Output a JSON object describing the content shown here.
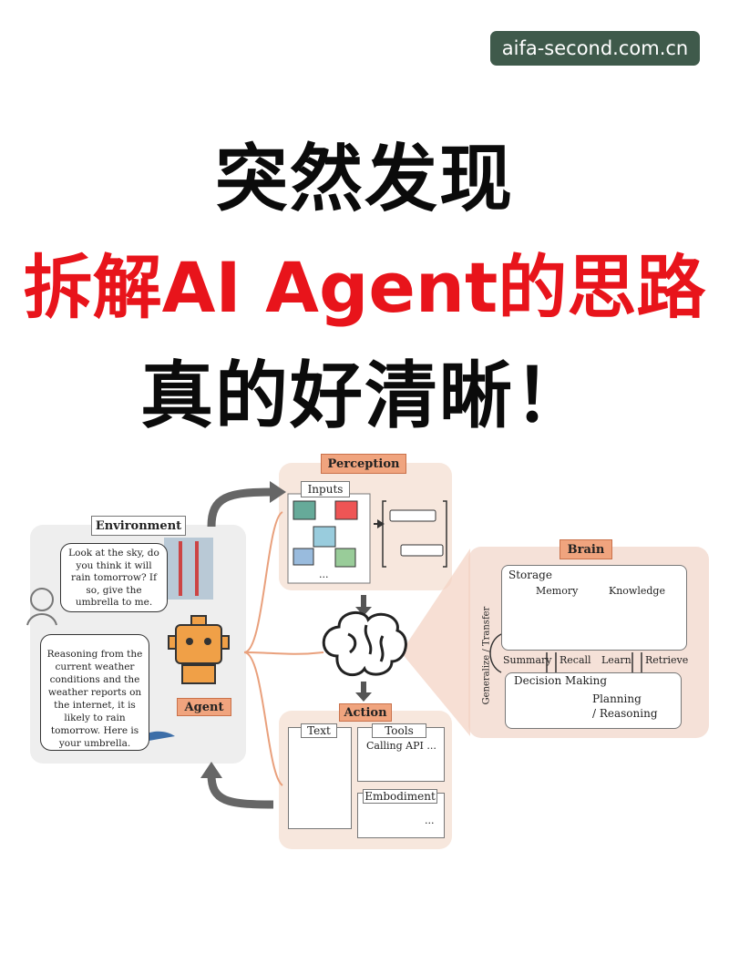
{
  "watermark": "aifa-second.com.cn",
  "headline": {
    "line1": "突然发现",
    "line2": "拆解AI Agent的思路",
    "line3": "真的好清晰！"
  },
  "diagram": {
    "environment": {
      "label": "Environment",
      "question": "Look at the sky, do you think it will rain tomorrow? If so, give the umbrella to me.",
      "reply": "Reasoning from the current weather conditions and the weather reports on the internet, it is likely to rain tomorrow. Here is your umbrella."
    },
    "agent": {
      "label": "Agent"
    },
    "perception": {
      "label": "Perception",
      "inputs_label": "Inputs",
      "ellipsis": "..."
    },
    "brain": {
      "label": "Brain",
      "storage": "Storage",
      "memory": "Memory",
      "knowledge": "Knowledge",
      "generalize": "Generalize / Transfer",
      "summary": "Summary",
      "recall": "Recall",
      "learn": "Learn",
      "retrieve": "Retrieve",
      "decision": "Decision Making",
      "planning": "Planning",
      "reasoning": "/ Reasoning"
    },
    "action": {
      "label": "Action",
      "text": "Text",
      "tools": "Tools",
      "calling_api": "Calling API ...",
      "embodiment": "Embodiment",
      "ellipsis": "..."
    },
    "colors": {
      "accent": "#f0a47e",
      "panel": "#f7ece5",
      "headline_red": "#e8141b"
    }
  }
}
